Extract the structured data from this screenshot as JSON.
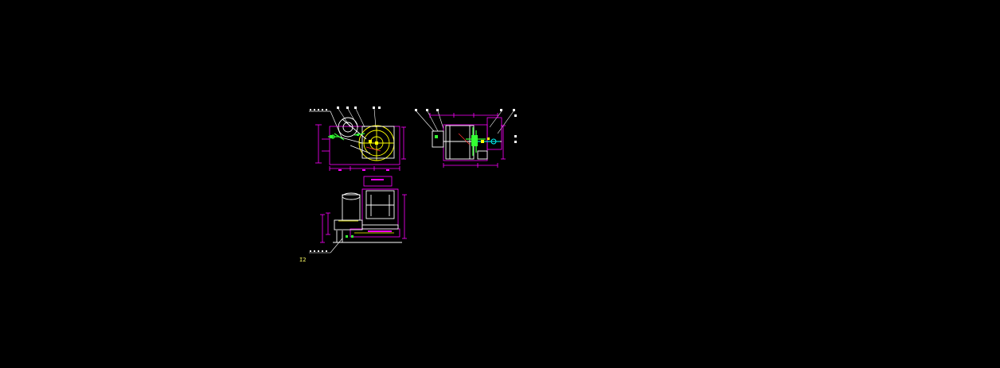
{
  "canvas": {
    "background": "#000000"
  },
  "colors": {
    "magenta": "#ff00ff",
    "white": "#ffffff",
    "yellow": "#ffff00",
    "green": "#33ff33",
    "cyan": "#00ffff",
    "red": "#ff3333",
    "label": "#ffff66"
  },
  "views": {
    "front": {
      "name": "front-view"
    },
    "side": {
      "name": "side-view"
    },
    "plan": {
      "name": "plan-view"
    }
  },
  "sheet_label": "I2"
}
